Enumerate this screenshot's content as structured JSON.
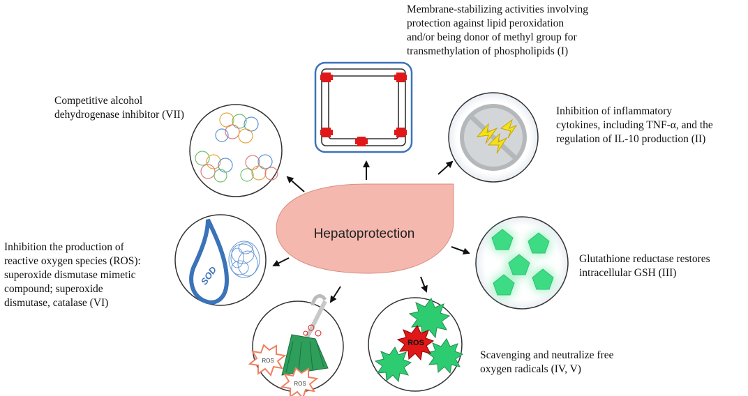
{
  "center": {
    "label": "Hepatoprotection"
  },
  "mechanisms": [
    {
      "id": "I",
      "lines": [
        "Membrane-stabilizing activities involving",
        "protection against lipid peroxidation",
        "and/or being donor of methyl group for",
        "transmethylation of phospholipids (I)"
      ]
    },
    {
      "id": "II",
      "lines": [
        "Inhibition of inflammatory",
        "cytokines, including TNF-α, and the",
        "regulation of IL-10 production (II)"
      ]
    },
    {
      "id": "III",
      "lines": [
        "Glutathione reductase restores",
        "intracellular GSH (III)"
      ]
    },
    {
      "id": "IV-V",
      "lines": [
        "Scavenging and neutralize free",
        "oxygen radicals (IV, V)"
      ]
    },
    {
      "id": "VI",
      "lines": [
        "Inhibition the production of",
        "reactive oxygen species (ROS):",
        "superoxide dismutase mimetic",
        "compound; superoxide",
        "dismutase, catalase (VI)"
      ]
    },
    {
      "id": "VII",
      "lines": [
        "Competitive alcohol",
        "dehydrogenase inhibitor (VII)"
      ]
    }
  ],
  "icon_labels": {
    "sod": "SOD",
    "ros": "ROS"
  },
  "colors": {
    "drop": "#f4b8ae",
    "membrane_marker": "#e01818",
    "sod_blue": "#3b73b9",
    "pentagon": "#3ddc84",
    "ros_star": "#e01818",
    "star_green": "#2ecc71"
  }
}
